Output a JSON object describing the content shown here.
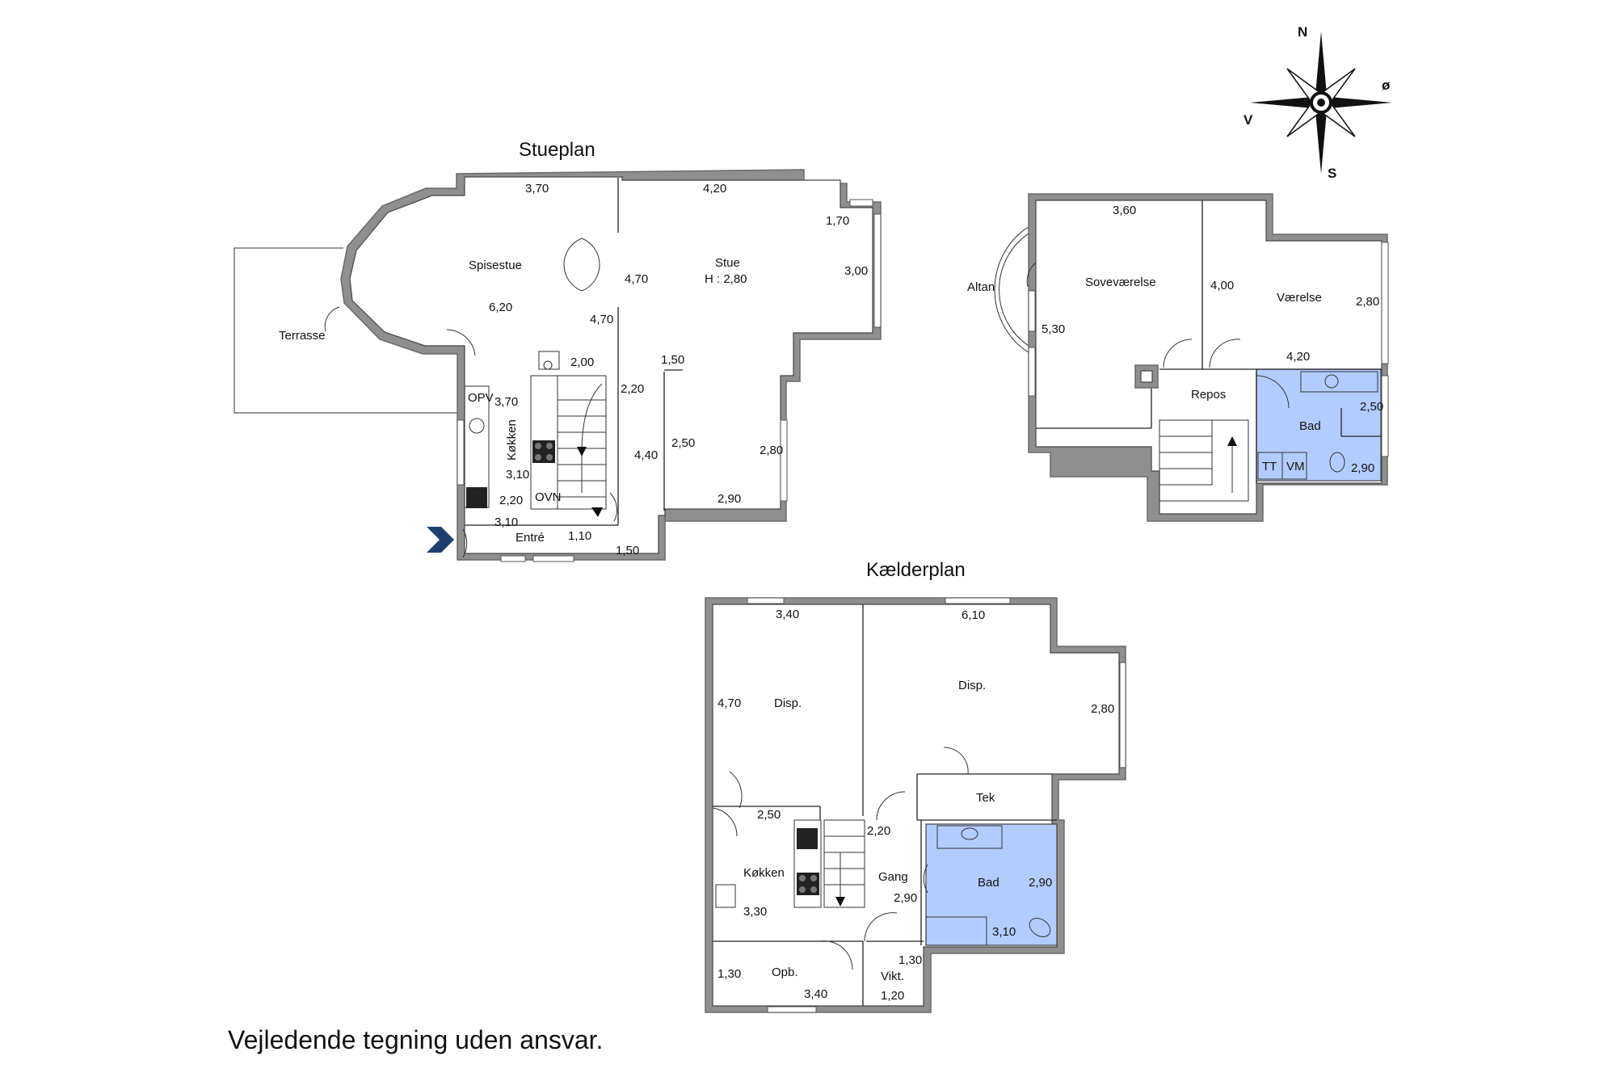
{
  "titles": {
    "stueplan": "Stueplan",
    "kaelderplan": "Kælderplan",
    "disclaimer": "Vejledende tegning uden ansvar."
  },
  "compass": {
    "n": "N",
    "s": "S",
    "e": "ø",
    "w": "V"
  },
  "stueplan": {
    "terrasse": "Terrasse",
    "spisestue": "Spisestue",
    "spisestue_w": "3,70",
    "spisestue_d": "6,20",
    "stue": "Stue",
    "stue_h": "H : 2,80",
    "stue_w": "4,20",
    "stue_d": "3,00",
    "bay_w": "1,70",
    "stue_left": "4,70",
    "stue_bottom": "2,90",
    "stue_right": "2,80",
    "hall_d": "2,50",
    "hall_top": "1,50",
    "hall_len": "4,40",
    "stair_top": "2,20",
    "kitchen_top": "2,00",
    "between": "4,70",
    "opv": "OPV",
    "kitchen_len": "3,70",
    "koekken": "Køkken",
    "kitchen_w": "3,10",
    "kitchen_w2": "2,20",
    "ovn": "OVN",
    "entre_w": "3,10",
    "entre": "Entré",
    "entre_d": "1,10",
    "entre_bottom": "1,50"
  },
  "upper": {
    "altan": "Altan",
    "sovevaerelse": "Soveværelse",
    "sov_w": "3,60",
    "sov_d": "5,30",
    "vaerelse": "Værelse",
    "vaer_l": "4,00",
    "vaer_d": "2,80",
    "vaer_b": "4,20",
    "repos": "Repos",
    "bad": "Bad",
    "bad_d": "2,50",
    "bad_w": "2,90",
    "tt": "TT",
    "vm": "VM"
  },
  "kaelderplan": {
    "disp1": "Disp.",
    "disp1_w": "3,40",
    "disp1_d": "4,70",
    "disp2": "Disp.",
    "disp2_w": "6,10",
    "disp2_d": "2,80",
    "tek": "Tek",
    "koekken": "Køkken",
    "k_top": "2,50",
    "k_len": "3,30",
    "gang": "Gang",
    "gang_top": "2,20",
    "gang_len": "2,90",
    "bad": "Bad",
    "bad_d": "2,90",
    "bad_w": "3,10",
    "opb": "Opb.",
    "opb_d": "1,30",
    "opb_w": "3,40",
    "vikt": "Vikt.",
    "vikt_d": "1,30",
    "vikt_w": "1,20"
  }
}
